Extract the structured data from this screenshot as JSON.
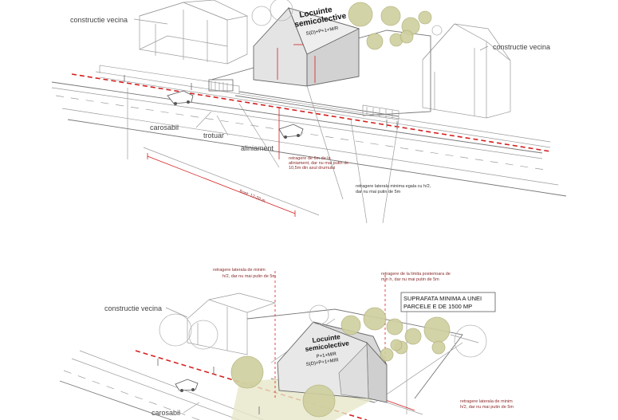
{
  "top": {
    "labels": {
      "constructie_vecina_left": "constructie vecina",
      "constructie_vecina_right": "constructie vecina",
      "carosabil": "carosabil",
      "trotuar": "trotuar",
      "aliniament": "aliniament"
    },
    "building": {
      "title_line1": "Locuinte",
      "title_line2": "semicolective",
      "subtitle": "S(D)+P+1+M/R"
    },
    "annotations": {
      "retragere_front_line1": "retragere de 6m de la",
      "retragere_front_line2": "aliniament, dar nu mai putin de",
      "retragere_front_line3": "10,5m din axul drumului",
      "retragere_laterala_line1": "retragere laterala minima egala cu h/2,",
      "retragere_laterala_line2": "dar nu mai putin de 5m",
      "front_width": "front: 12-20 m"
    }
  },
  "bottom": {
    "labels": {
      "constructie_vecina": "constructie vecina",
      "carosabil": "carosabil"
    },
    "building": {
      "title_line1": "Locuinte",
      "title_line2": "semicolective",
      "subtitle1": "P+1+M/R",
      "subtitle2": "S(D)+P+1+M/R"
    },
    "annotations": {
      "retragere_laterala_top_line1": "retragere laterala de minim",
      "retragere_laterala_top_line2": "h/2, dar nu mai putin de 5m",
      "retragere_posterioara_line1": "retragere de la limita posterioara de",
      "retragere_posterioara_line2": "min h, dar nu mai putin de 5m",
      "suprafata_line1": "SUPRAFATA MINIMA A UNEI",
      "suprafata_line2": "PARCELE E DE 1500 MP",
      "retragere_laterala_bottom_line1": "retragere laterala de minim",
      "retragere_laterala_bottom_line2": "h/2, dar nu mai putin de 5m"
    }
  },
  "colors": {
    "accent_red": "#d42020",
    "tree_green": "#cfcf9f",
    "line_grey": "#9a9a9a"
  }
}
